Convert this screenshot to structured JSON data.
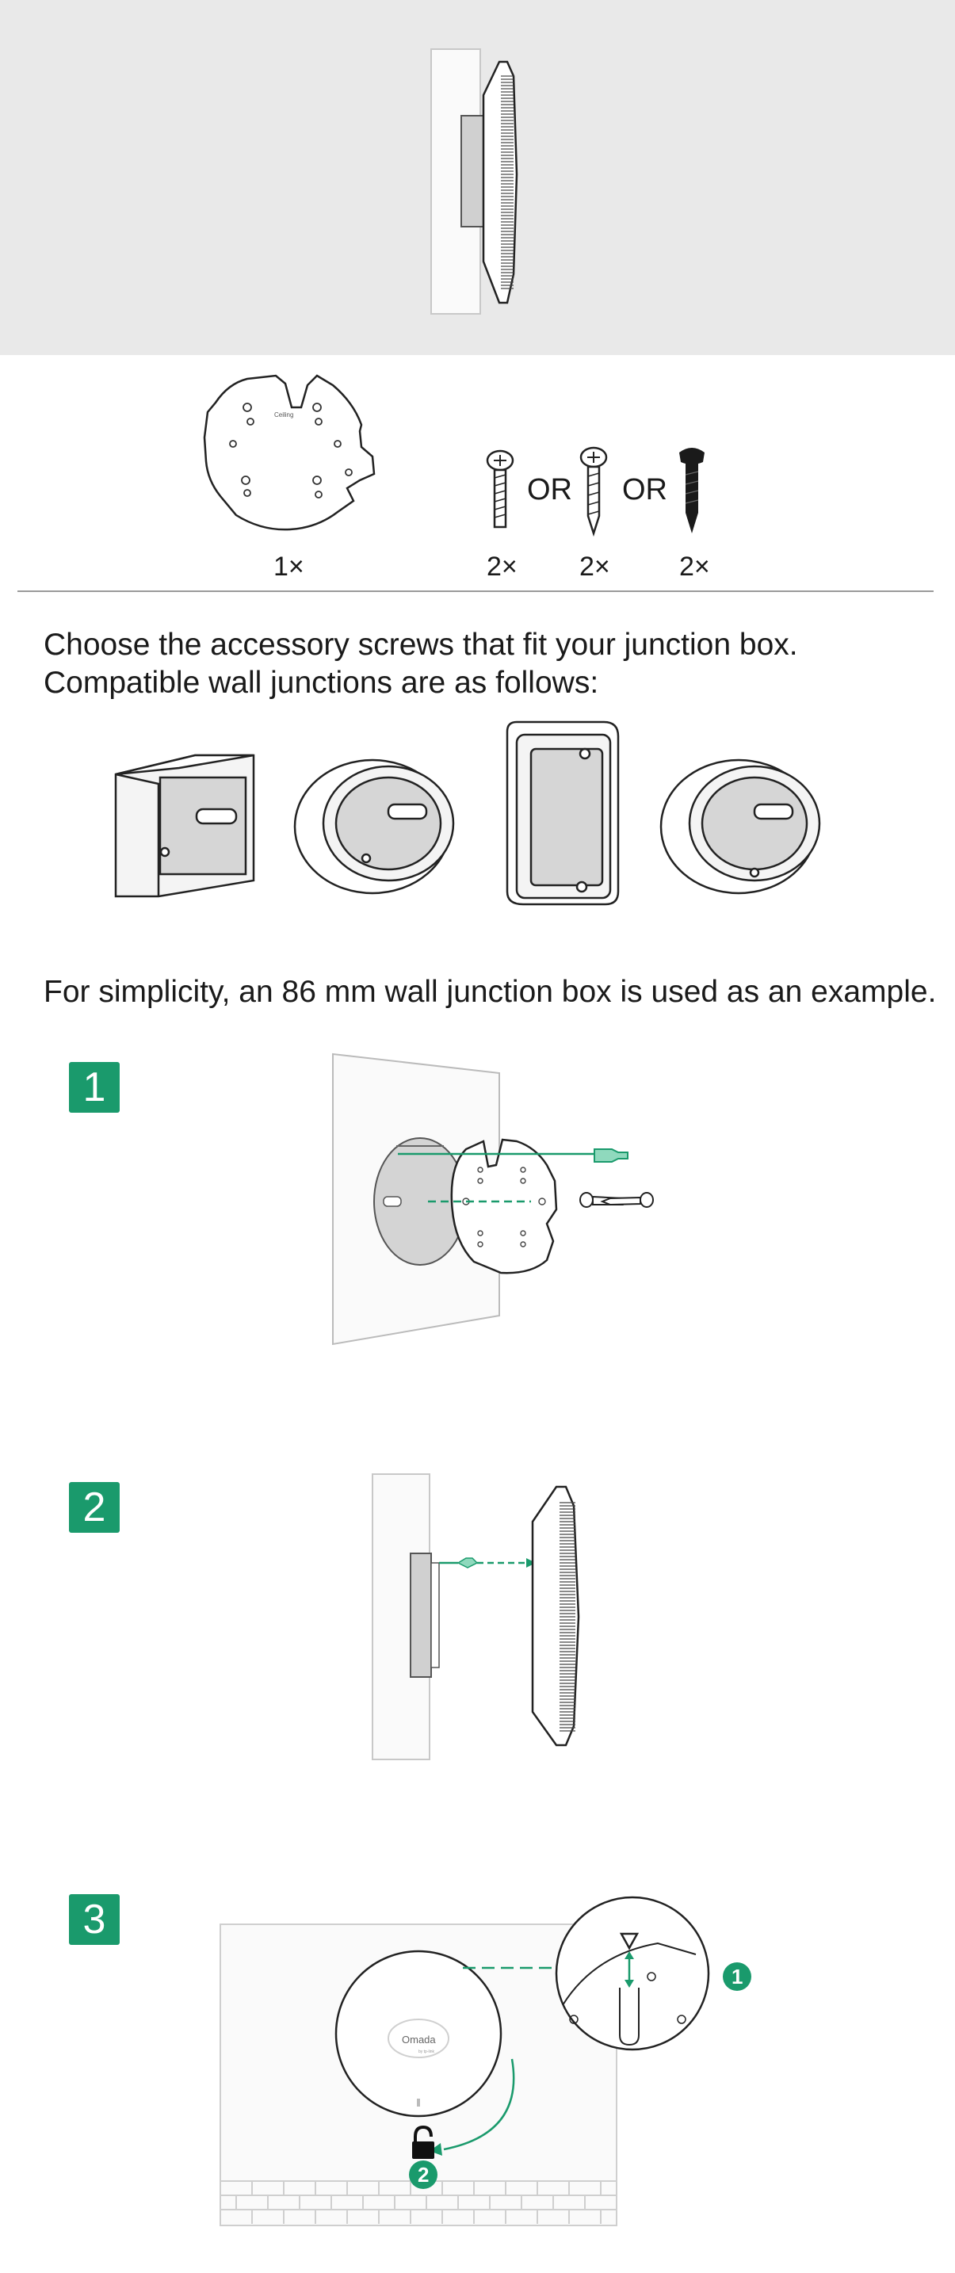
{
  "parts": {
    "bracket_qty": "1×",
    "screw_a_qty": "2×",
    "screw_b_qty": "2×",
    "screw_c_qty": "2×",
    "or_1": "OR",
    "or_2": "OR",
    "bracket_label": "Ceiling"
  },
  "text": {
    "choose_line1": "Choose the accessory screws that fit your junction box.",
    "choose_line2": "Compatible wall junctions are as follows:",
    "simplicity": "For simplicity, an 86 mm wall junction box is used as an example."
  },
  "steps": [
    {
      "number": "1"
    },
    {
      "number": "2"
    },
    {
      "number": "3"
    }
  ],
  "device": {
    "logo": "Omada",
    "logo_sub": "by tp-link"
  },
  "callouts": {
    "one": "1",
    "two": "2"
  },
  "colors": {
    "accent": "#1a9a6c",
    "hero_bg": "#e9e9e9",
    "line": "#1a1a1a"
  },
  "icons": {
    "lock": "padlock-icon"
  }
}
